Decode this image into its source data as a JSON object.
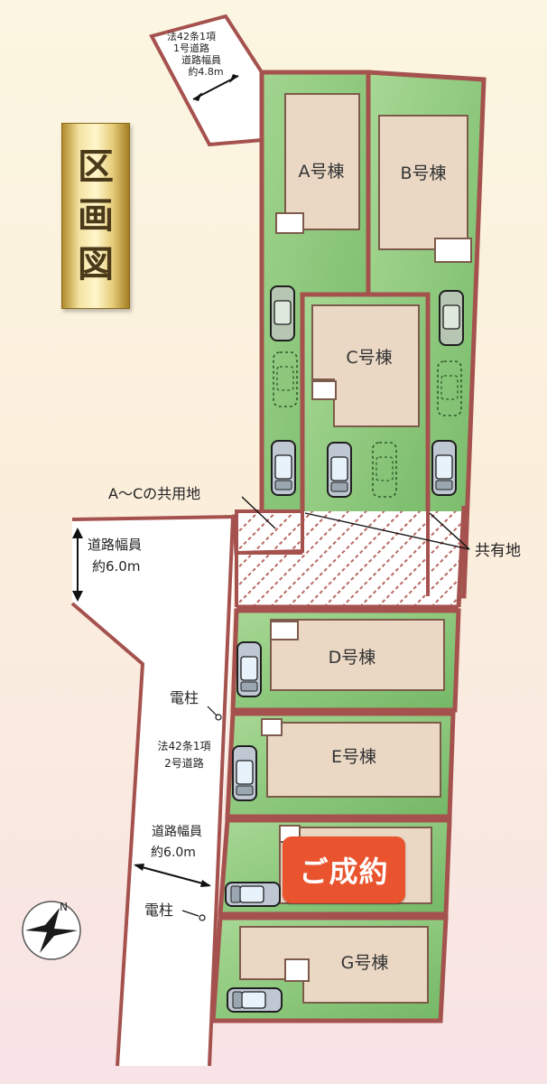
{
  "title": "区画図",
  "top_road": {
    "lines": [
      "法42条1項",
      "1号道路",
      "道路幅員",
      "約4.8m"
    ]
  },
  "left_road": {
    "width_lines": [
      "道路幅員",
      "約6.0m"
    ]
  },
  "side_road": {
    "type_lines": [
      "法42条1項",
      "2号道路"
    ],
    "width_lines": [
      "道路幅員",
      "約6.0m"
    ]
  },
  "utility_poles": [
    "電柱",
    "電柱"
  ],
  "shared_land_ac": "A～Cの共用地",
  "co_owned_land": "共有地",
  "lots": [
    {
      "id": "A",
      "label": "A号棟"
    },
    {
      "id": "B",
      "label": "B号棟"
    },
    {
      "id": "C",
      "label": "C号棟"
    },
    {
      "id": "D",
      "label": "D号棟"
    },
    {
      "id": "E",
      "label": "E号棟"
    },
    {
      "id": "F",
      "label": ""
    },
    {
      "id": "G",
      "label": "G号棟"
    }
  ],
  "sold_badge": "ご成約",
  "compass": "N",
  "colors": {
    "boundary": "#a5524e",
    "grass": "#8fcc7e",
    "building": "#ead8c5",
    "hatch": "#b86a64",
    "sold": "#e9542e"
  }
}
